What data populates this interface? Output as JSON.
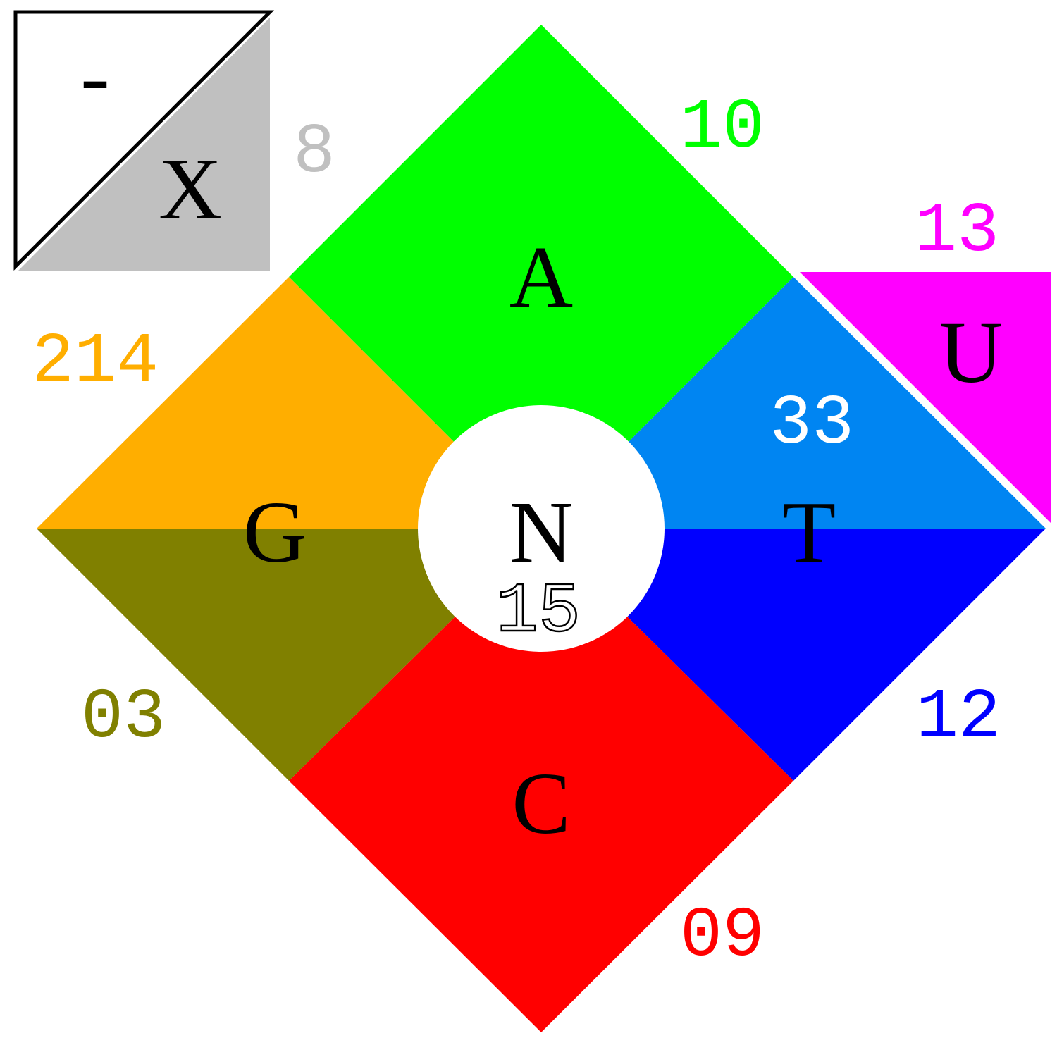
{
  "colors": {
    "A": "#00ff00",
    "G_upper": "#ffae00",
    "G_lower": "#808000",
    "T_upper": "#0085f2",
    "T_lower": "#0000ff",
    "C": "#ff0000",
    "U": "#ff00ff",
    "X": "#c0c0c0",
    "center": "#ffffff"
  },
  "legend": {
    "gap_symbol": "-",
    "unknown_symbol": "X",
    "unknown_count": "8"
  },
  "bases": {
    "A": {
      "label": "A",
      "count": "10"
    },
    "G": {
      "label": "G",
      "count_upper": "214",
      "count_lower": "03"
    },
    "T": {
      "label": "T",
      "count_upper": "33",
      "count_lower": "12"
    },
    "C": {
      "label": "C",
      "count": "09"
    },
    "U": {
      "label": "U",
      "count": "13"
    },
    "N": {
      "label": "N",
      "count": "15"
    }
  }
}
